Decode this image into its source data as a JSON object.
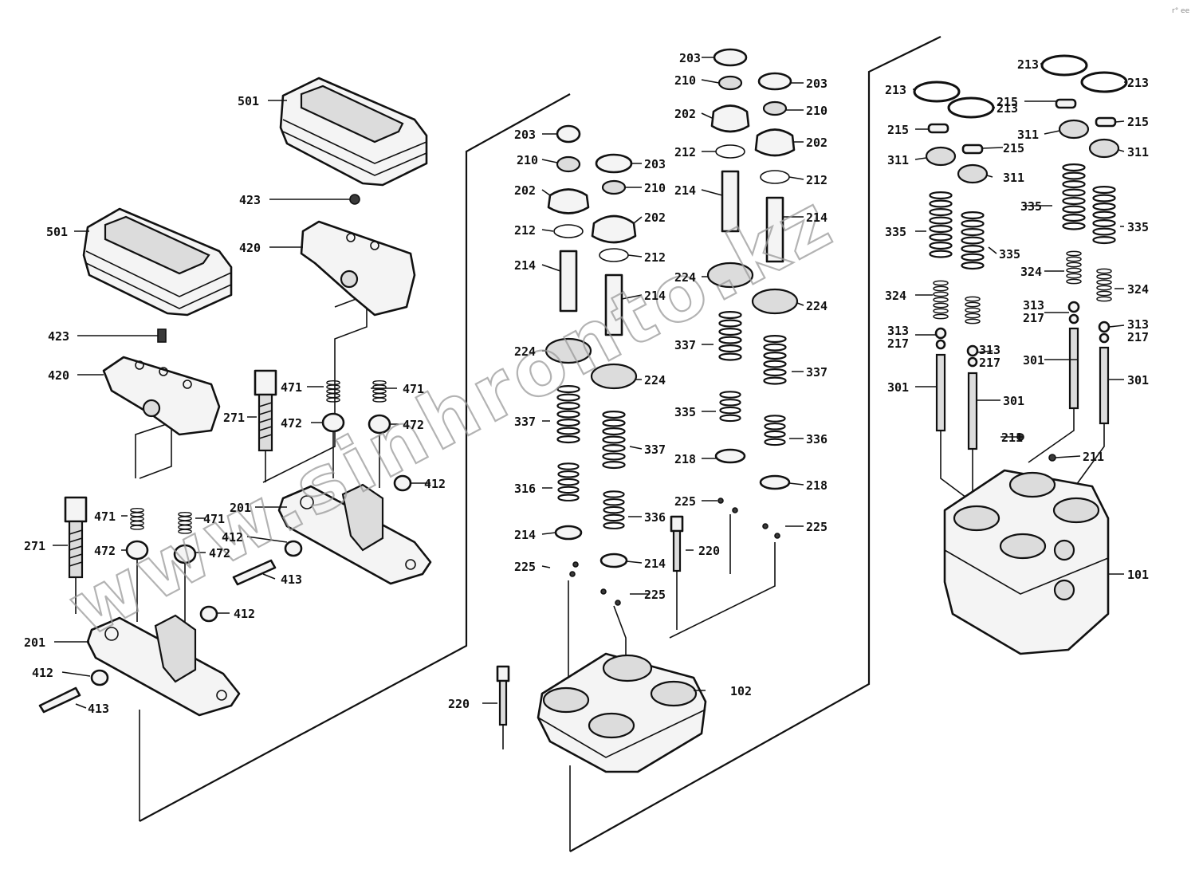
{
  "watermark": "www.sinhronto.kz",
  "corner_mark": "r° ee",
  "labels": [
    {
      "id": "l501a",
      "text": "501"
    },
    {
      "id": "l423a",
      "text": "423"
    },
    {
      "id": "l420a",
      "text": "420"
    },
    {
      "id": "l501b",
      "text": "501"
    },
    {
      "id": "l423b",
      "text": "423"
    },
    {
      "id": "l420b",
      "text": "420"
    },
    {
      "id": "l271a",
      "text": "271"
    },
    {
      "id": "l471a",
      "text": "471"
    },
    {
      "id": "l472a",
      "text": "472"
    },
    {
      "id": "l471b",
      "text": "471"
    },
    {
      "id": "l472b",
      "text": "472"
    },
    {
      "id": "l412a",
      "text": "412"
    },
    {
      "id": "l201a",
      "text": "201"
    },
    {
      "id": "l271b",
      "text": "271"
    },
    {
      "id": "l471c",
      "text": "471"
    },
    {
      "id": "l472c",
      "text": "472"
    },
    {
      "id": "l471d",
      "text": "471"
    },
    {
      "id": "l472d",
      "text": "472"
    },
    {
      "id": "l412b",
      "text": "412"
    },
    {
      "id": "l413a",
      "text": "413"
    },
    {
      "id": "l412c",
      "text": "412"
    },
    {
      "id": "l201b",
      "text": "201"
    },
    {
      "id": "l412d",
      "text": "412"
    },
    {
      "id": "l413b",
      "text": "413"
    },
    {
      "id": "l203a",
      "text": "203"
    },
    {
      "id": "l210a",
      "text": "210"
    },
    {
      "id": "l202a",
      "text": "202"
    },
    {
      "id": "l203b",
      "text": "203"
    },
    {
      "id": "l210b",
      "text": "210"
    },
    {
      "id": "l202b",
      "text": "202"
    },
    {
      "id": "l212a",
      "text": "212"
    },
    {
      "id": "l212b",
      "text": "212"
    },
    {
      "id": "l214a",
      "text": "214"
    },
    {
      "id": "l214b",
      "text": "214"
    },
    {
      "id": "l224a",
      "text": "224"
    },
    {
      "id": "l224b",
      "text": "224"
    },
    {
      "id": "l337a",
      "text": "337"
    },
    {
      "id": "l337b",
      "text": "337"
    },
    {
      "id": "l316a",
      "text": "316"
    },
    {
      "id": "l336a",
      "text": "336"
    },
    {
      "id": "l214c",
      "text": "214"
    },
    {
      "id": "l214d",
      "text": "214"
    },
    {
      "id": "l225a",
      "text": "225"
    },
    {
      "id": "l225b",
      "text": "225"
    },
    {
      "id": "l220a",
      "text": "220"
    },
    {
      "id": "l220b",
      "text": "220"
    },
    {
      "id": "l102",
      "text": "102"
    },
    {
      "id": "l203c",
      "text": "203"
    },
    {
      "id": "l210c",
      "text": "210"
    },
    {
      "id": "l202c",
      "text": "202"
    },
    {
      "id": "l203d",
      "text": "203"
    },
    {
      "id": "l210d",
      "text": "210"
    },
    {
      "id": "l202d",
      "text": "202"
    },
    {
      "id": "l212c",
      "text": "212"
    },
    {
      "id": "l212d",
      "text": "212"
    },
    {
      "id": "l214e",
      "text": "214"
    },
    {
      "id": "l214f",
      "text": "214"
    },
    {
      "id": "l224c",
      "text": "224"
    },
    {
      "id": "l224d",
      "text": "224"
    },
    {
      "id": "l337c",
      "text": "337"
    },
    {
      "id": "l337d",
      "text": "337"
    },
    {
      "id": "l335a",
      "text": "335"
    },
    {
      "id": "l336b",
      "text": "336"
    },
    {
      "id": "l218a",
      "text": "218"
    },
    {
      "id": "l218b",
      "text": "218"
    },
    {
      "id": "l225c",
      "text": "225"
    },
    {
      "id": "l225d",
      "text": "225"
    },
    {
      "id": "l213a",
      "text": "213"
    },
    {
      "id": "l213b",
      "text": "213"
    },
    {
      "id": "l213c",
      "text": "213"
    },
    {
      "id": "l213d",
      "text": "213"
    },
    {
      "id": "l215a",
      "text": "215"
    },
    {
      "id": "l215b",
      "text": "215"
    },
    {
      "id": "l215c",
      "text": "215"
    },
    {
      "id": "l215d",
      "text": "215"
    },
    {
      "id": "l311a",
      "text": "311"
    },
    {
      "id": "l311b",
      "text": "311"
    },
    {
      "id": "l311c",
      "text": "311"
    },
    {
      "id": "l311d",
      "text": "311"
    },
    {
      "id": "l335b",
      "text": "335"
    },
    {
      "id": "l335c",
      "text": "335"
    },
    {
      "id": "l335d",
      "text": "335"
    },
    {
      "id": "l335e",
      "text": "335"
    },
    {
      "id": "l324a",
      "text": "324"
    },
    {
      "id": "l324b",
      "text": "324"
    },
    {
      "id": "l324c",
      "text": "324"
    },
    {
      "id": "l313a",
      "text": "313"
    },
    {
      "id": "l217a",
      "text": "217"
    },
    {
      "id": "l313b",
      "text": "313"
    },
    {
      "id": "l217b",
      "text": "217"
    },
    {
      "id": "l313c",
      "text": "313"
    },
    {
      "id": "l217c",
      "text": "217"
    },
    {
      "id": "l313d",
      "text": "313"
    },
    {
      "id": "l217d",
      "text": "217"
    },
    {
      "id": "l301a",
      "text": "301"
    },
    {
      "id": "l301b",
      "text": "301"
    },
    {
      "id": "l301c",
      "text": "301"
    },
    {
      "id": "l301d",
      "text": "301"
    },
    {
      "id": "l211a",
      "text": "211"
    },
    {
      "id": "l211b",
      "text": "211"
    },
    {
      "id": "l101",
      "text": "101"
    }
  ]
}
